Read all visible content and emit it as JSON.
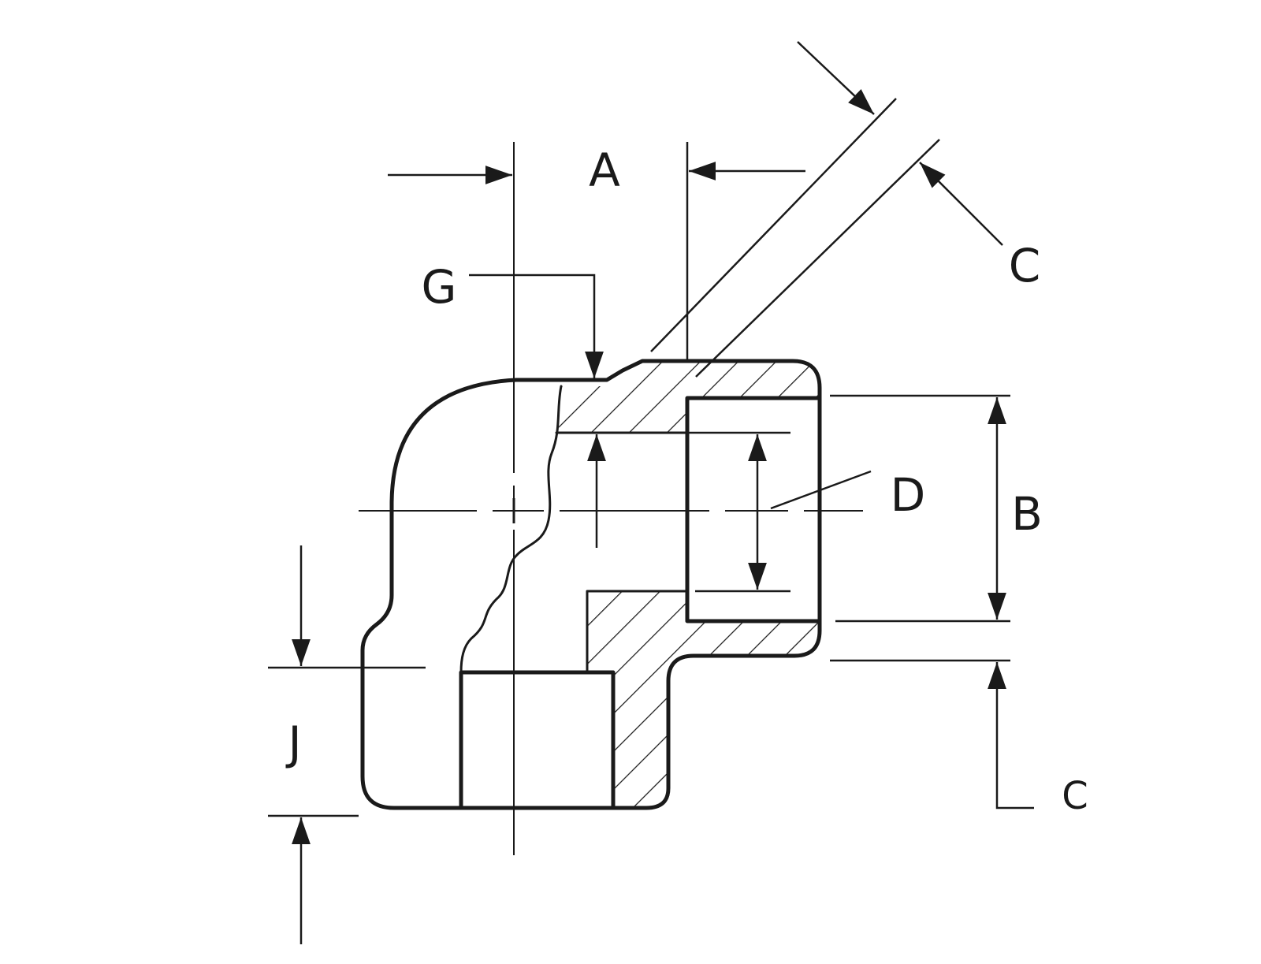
{
  "labels": {
    "a": "A",
    "b": "B",
    "c_upper": "C",
    "c_lower": "C",
    "d": "D",
    "g": "G",
    "j": "J"
  },
  "colors": {
    "ink": "#1a1a1a",
    "background": "#ffffff"
  }
}
